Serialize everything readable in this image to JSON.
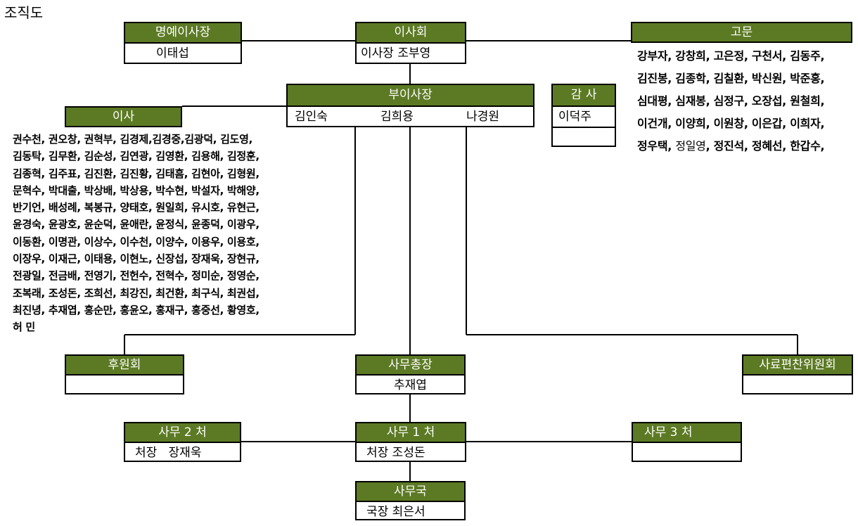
{
  "page_title": "조직도",
  "honorary_chair": {
    "title": "명예이사장",
    "name": "이태섭"
  },
  "board": {
    "title": "이사회",
    "chair": "이사장 조부영"
  },
  "advisors": {
    "title": "고문",
    "lines": [
      "강부자, 강창희, 고은정, 구천서, 김동주,",
      "김진봉, 김종학, 김칠환, 박신원, 박준홍,",
      "심대평, 심재봉, 심정구, 오장섭, 원철희,",
      "이건개, 이양희, 이원창, 이은갑, 이희자,"
    ],
    "last_line": {
      "a": "정우택, ",
      "b": "정일영",
      "c": ", 정진석, 정혜선, 한갑수,"
    }
  },
  "vice_chair": {
    "title": "부이사장",
    "names": [
      "김인숙",
      "김희용",
      "나경원"
    ]
  },
  "auditor": {
    "title": "감 사",
    "name": "이덕주"
  },
  "directors": {
    "title": "이사",
    "lines": [
      "권수천, 권오창, 권혁부, 김경제,김경중,김광덕, 김도영,",
      "김동탁, 김무환, 김순성, 김연광, 김영환, 김용해, 김정훈,",
      "김종혁, 김주표, 김진환, 김진황, 김태흠, 김현아, 김형원,",
      "문혁수, 박대출, 박상배, 박상용, 박수현, 박설자, 박해양,",
      "반기언, 배성례, 복봉규, 양태호, 원일희, 유시호, 유현근,",
      "윤경숙, 윤광호, 윤순덕, 윤애란, 윤정식, 윤종덕, 이광우,",
      "이동환, 이명관, 이상수, 이수천, 이양수, 이용우, 이용호,",
      "이장우, 이재근, 이태용, 이현노, 신장섭,  장재욱, 장현규,",
      "전광일, 전금배, 전영기, 전헌수, 전혁수, 정미순, 정영순,",
      "조복래, 조성돈, 조희선, 최강진, 최건환, 최구식, 최권섭,",
      "최진녕, 추재엽, 홍순만, 홍윤오, 홍재구, 홍중선, 황영호,",
      "허 민"
    ]
  },
  "supporters": {
    "title": "후원회",
    "body": ""
  },
  "secretary_general": {
    "title": "사무총장",
    "name": "추재엽"
  },
  "history_committee": {
    "title": "사료편찬위원회",
    "body": ""
  },
  "office2": {
    "title": "사무 2 처",
    "head": "처장   장재욱"
  },
  "office1": {
    "title": "사무 1 처",
    "head": "처장 조성돈"
  },
  "office3": {
    "title": "사무 3 처",
    "head": ""
  },
  "secretariat": {
    "title": "사무국",
    "head": "국장 최은서"
  },
  "colors": {
    "header_bg": "#5c7a24",
    "header_text": "#ffffff",
    "line": "#000000"
  }
}
